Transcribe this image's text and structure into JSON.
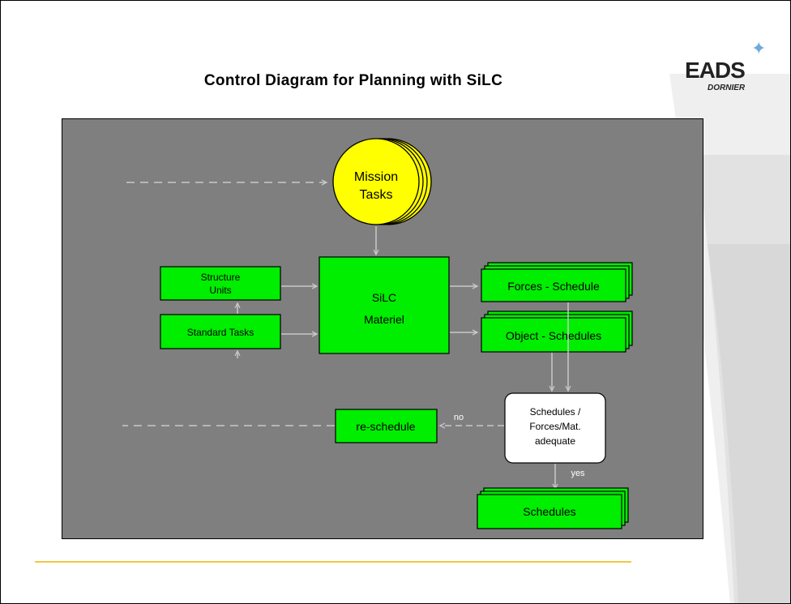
{
  "title": "Control Diagram for Planning with SiLC",
  "logo": {
    "main": "EADS",
    "sub": "DORNIER"
  },
  "nodes": {
    "mission": [
      "Mission",
      "Tasks"
    ],
    "structure_units": [
      "Structure",
      "Units"
    ],
    "standard_tasks": "Standard Tasks",
    "silc": [
      "SiLC",
      "Materiel"
    ],
    "forces_schedule": "Forces - Schedule",
    "object_schedules": "Object - Schedules",
    "decision": [
      "Schedules /",
      "Forces/Mat.",
      "adequate"
    ],
    "reschedule": "re-schedule",
    "schedules": "Schedules"
  },
  "labels": {
    "no": "no",
    "yes": "yes"
  },
  "colors": {
    "panel": "#7f7f7f",
    "green": "#00ee00",
    "yellow": "#ffff00",
    "arrow": "#c8c8c8",
    "rule": "#f0c842"
  }
}
